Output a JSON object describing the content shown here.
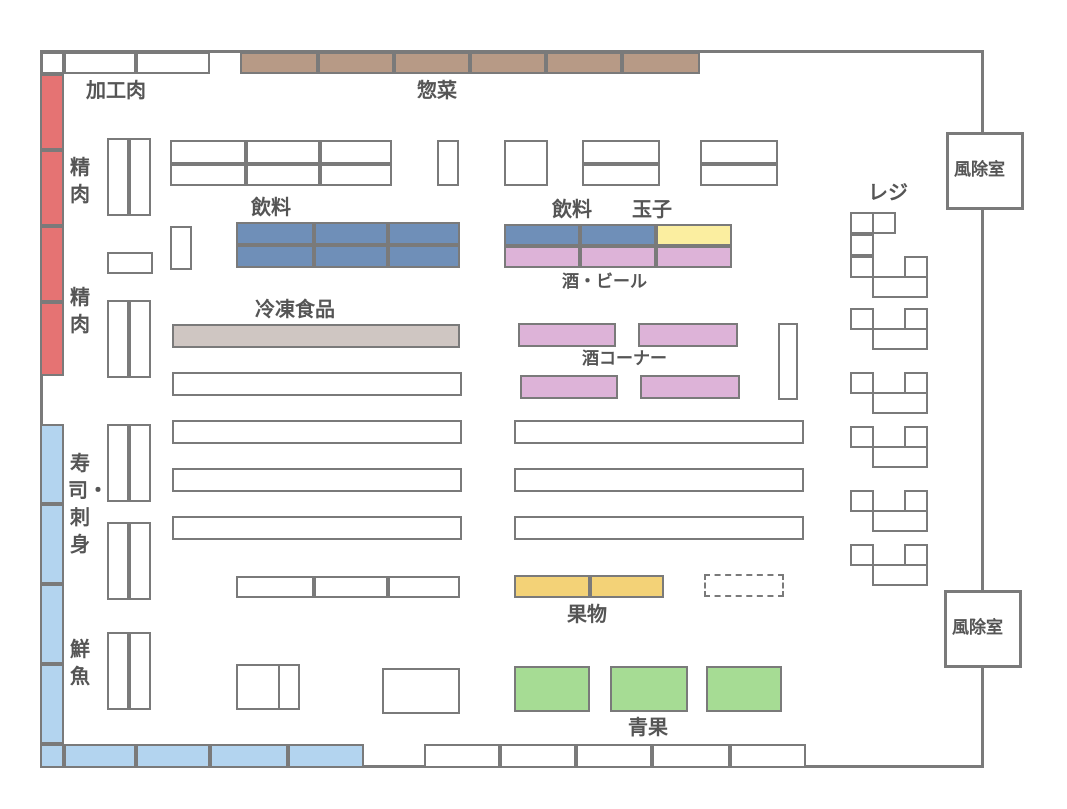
{
  "colors": {
    "meat": "#e57373",
    "seafood": "#b3d4ef",
    "deli": "#b79a86",
    "drinks": "#6f8fb8",
    "egg": "#fbeea0",
    "alcohol": "#ddb3d8",
    "frozen": "#cfc6c2",
    "fruit": "#f3d277",
    "produce": "#a6dc94"
  },
  "labels": {
    "processed_meat": "加工肉",
    "deli": "惣菜",
    "meat_1": "精肉",
    "meat_2": "精肉",
    "sushi_sashimi": "寿司・刺身",
    "fresh_fish": "鮮魚",
    "drinks_left": "飲料",
    "drinks_right": "飲料",
    "eggs": "玉子",
    "sake_beer": "酒・ビール",
    "frozen_food": "冷凍食品",
    "sake_corner": "酒コーナー",
    "fruit": "果物",
    "produce": "青果",
    "register": "レジ",
    "windbreak_top": "風除室",
    "windbreak_bottom": "風除室"
  }
}
